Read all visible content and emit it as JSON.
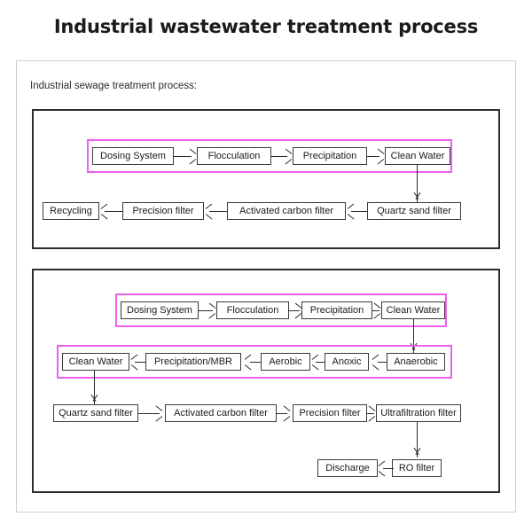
{
  "page": {
    "title": "Industrial wastewater treatment process",
    "subtitle": "Industrial sewage treatment process:",
    "accent_highlight_color": "#ee5fee",
    "panel_border_color": "#2e2e2e",
    "node_border_color": "#3a3a3a",
    "card_border_color": "#cfcfcf"
  },
  "panels": [
    {
      "id": "panel-1",
      "name": "physical-chemical-recycling-process",
      "rows": [
        {
          "id": "p1-row1",
          "highlighted": true,
          "direction": "right",
          "nodes": [
            "Dosing System",
            "Flocculation",
            "Precipitation",
            "Clean Water"
          ]
        },
        {
          "id": "p1-row2",
          "highlighted": false,
          "direction": "left",
          "nodes": [
            "Recycling",
            "Precision filter",
            "Activated carbon filter",
            "Quartz sand filter"
          ]
        }
      ],
      "vertical_links": [
        {
          "from": "Clean Water",
          "to": "Quartz sand filter"
        }
      ]
    },
    {
      "id": "panel-2",
      "name": "biological-membrane-discharge-process",
      "rows": [
        {
          "id": "p2-row1",
          "highlighted": true,
          "direction": "right",
          "nodes": [
            "Dosing System",
            "Flocculation",
            "Precipitation",
            "Clean Water"
          ]
        },
        {
          "id": "p2-row2",
          "highlighted": true,
          "direction": "left",
          "nodes": [
            "Clean Water",
            "Precipitation/MBR",
            "Aerobic",
            "Anoxic",
            "Anaerobic"
          ]
        },
        {
          "id": "p2-row3",
          "highlighted": false,
          "direction": "right",
          "nodes": [
            "Quartz sand filter",
            "Activated carbon filter",
            "Precision filter",
            "Ultrafiltration filter"
          ]
        },
        {
          "id": "p2-row4",
          "highlighted": false,
          "direction": "left",
          "nodes": [
            "Discharge",
            "RO filter"
          ]
        }
      ],
      "vertical_links": [
        {
          "from": "Clean Water",
          "to": "Anaerobic"
        },
        {
          "from": "Clean Water",
          "to": "Quartz sand filter"
        },
        {
          "from": "Ultrafiltration filter",
          "to": "RO filter"
        }
      ]
    }
  ]
}
